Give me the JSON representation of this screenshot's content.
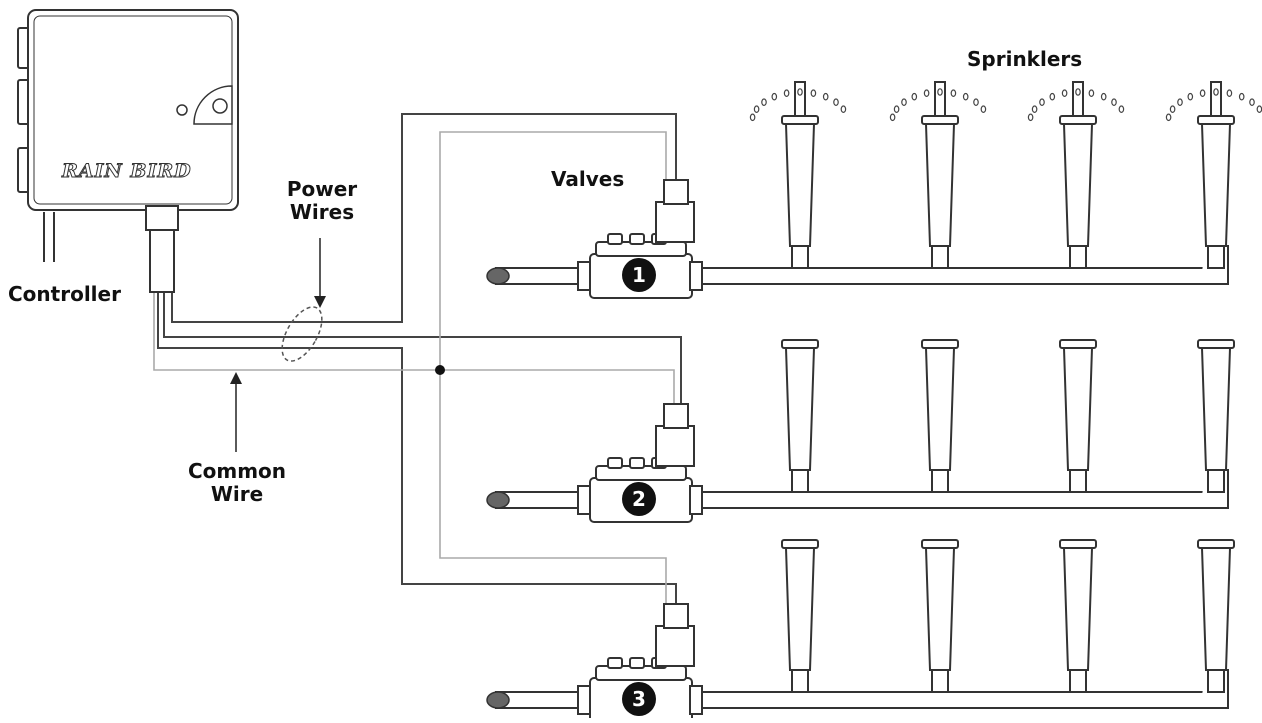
{
  "labels": {
    "controller": "Controller",
    "power_wires_line1": "Power",
    "power_wires_line2": "Wires",
    "common_wire_line1": "Common",
    "common_wire_line2": "Wire",
    "valves": "Valves",
    "sprinklers": "Sprinklers"
  },
  "controller_brand": "RAIN BIRD",
  "valve_numbers": [
    "1",
    "2",
    "3"
  ],
  "colors": {
    "line": "#333333",
    "wire_power": "#444444",
    "wire_common": "#aaaaaa",
    "badge": "#111111",
    "pipe_cap": "#666666"
  }
}
